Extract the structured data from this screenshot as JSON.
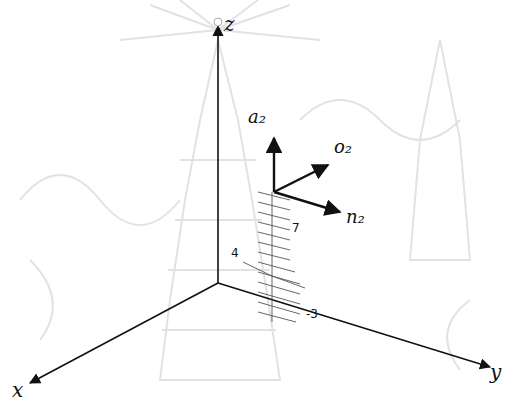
{
  "diagram": {
    "labels": [
      "z",
      "x",
      "y",
      "a₂",
      "o₂",
      "n₂",
      "7",
      "4",
      "-3"
    ]
  }
}
